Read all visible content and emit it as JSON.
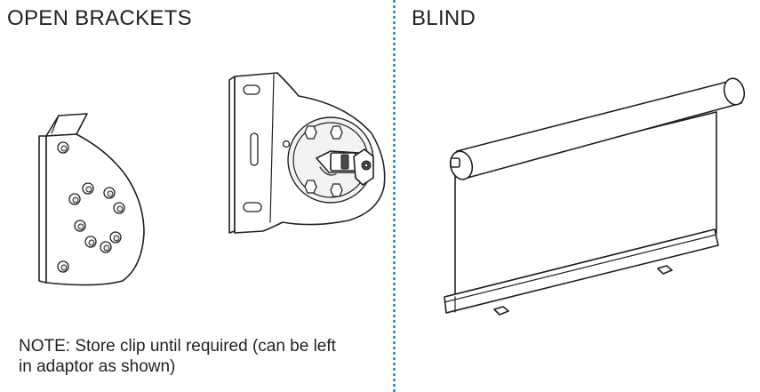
{
  "headings": {
    "left": "OPEN BRACKETS",
    "right": "BLIND"
  },
  "note": {
    "line1": "NOTE: Store clip until required (can be left",
    "line2": "in adaptor as shown)"
  },
  "colors": {
    "text": "#231f20",
    "divider": "#2aa6c4",
    "background": "#ffffff"
  }
}
